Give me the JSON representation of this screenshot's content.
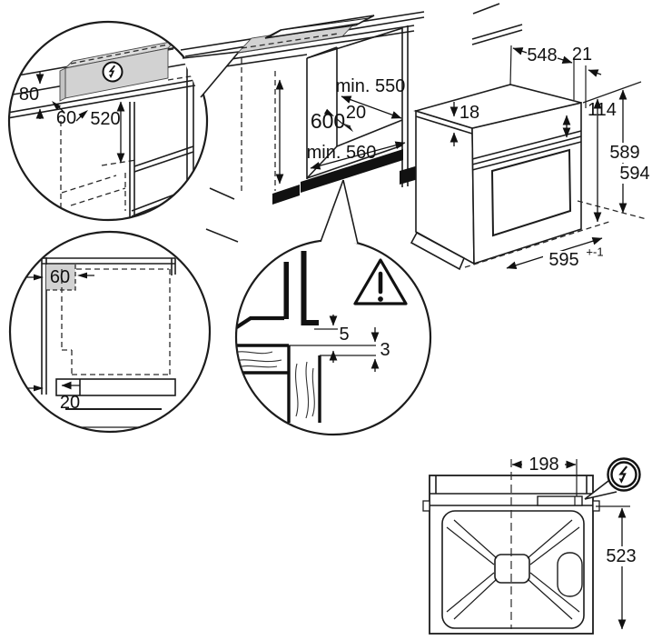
{
  "diagram": {
    "title": "built-in oven installation dimensions",
    "region_electrical_detail": {
      "dim_80": "80",
      "dim_60": "60",
      "dim_520": "520"
    },
    "region_cabinet": {
      "dim_600": "600",
      "dim_min_550": "min. 550",
      "dim_20": "20",
      "dim_min_560": "min. 560"
    },
    "region_oven": {
      "dim_548": "548",
      "dim_21": "21",
      "dim_18": "18",
      "dim_114": "114",
      "dim_589": "589",
      "dim_594": "594",
      "dim_595": "595",
      "dim_595_tolerance": "+-1"
    },
    "region_corner_detail": {
      "dim_60": "60",
      "dim_20": "20"
    },
    "region_gap_detail": {
      "dim_5": "5",
      "dim_3": "3"
    },
    "region_oven_top": {
      "dim_198": "198",
      "dim_523": "523"
    },
    "colors": {
      "line": "#1c1c1c",
      "shade": "#d2d2d2"
    }
  }
}
